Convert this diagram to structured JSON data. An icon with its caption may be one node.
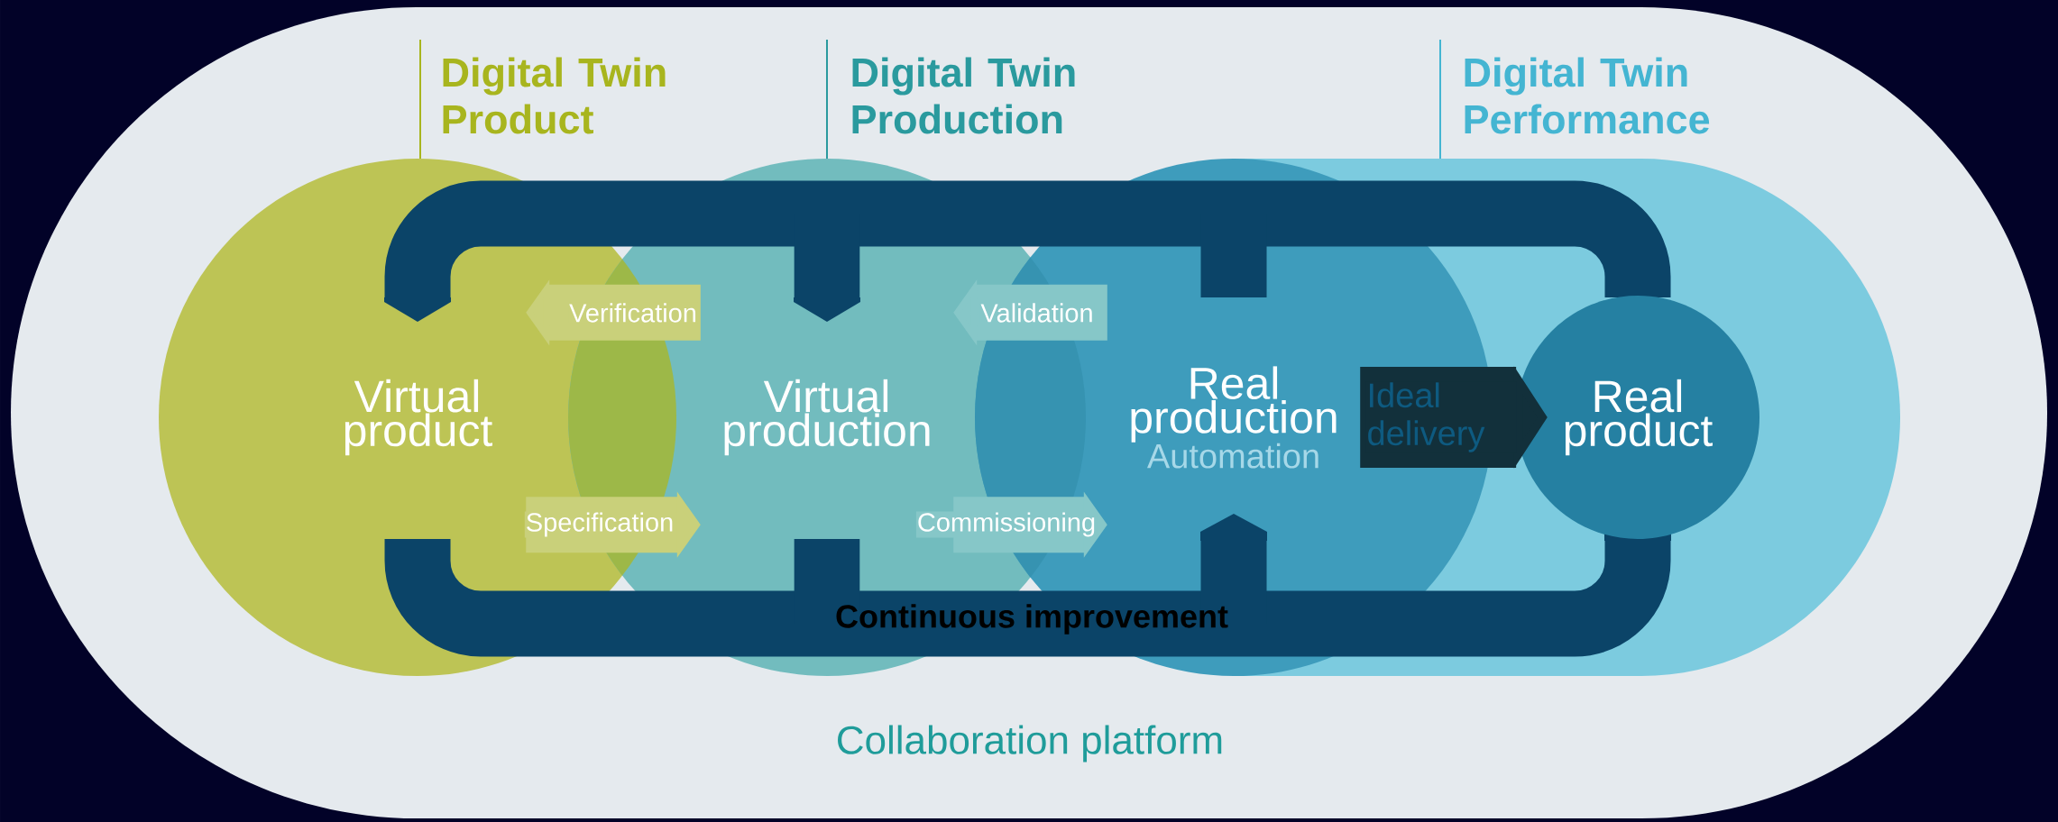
{
  "diagram": {
    "nodes": [
      {
        "text": [
          "Collaboration platform"
        ]
      },
      {
        "text": [
          "Digital Twin Product",
          "Virtual product"
        ],
        "in": 0
      },
      {
        "text": [
          "Digital Twin Production",
          "Virtual production"
        ],
        "in": 0
      },
      {
        "text": [
          "Real production",
          "Automation"
        ],
        "in": 0
      },
      {
        "text": [
          "Digital Twin Performance"
        ],
        "in": 0
      },
      {
        "text": [
          "Real product"
        ],
        "in": 4
      }
    ],
    "edges": [
      {
        "from": 2,
        "to": 1,
        "arrow": "to",
        "label": "Verification",
        "color": "#c9d07a"
      },
      {
        "from": 1,
        "to": 2,
        "arrow": "to",
        "label": "Specification",
        "color": "#c9d07a"
      },
      {
        "from": 3,
        "to": 2,
        "arrow": "to",
        "label": "Validation"
      },
      {
        "from": 2,
        "to": 3,
        "arrow": "to",
        "label": "Commissioning"
      },
      {
        "from": 3,
        "to": 5,
        "arrow": "to",
        "label": "Ideal delivery",
        "color": "#12303b",
        "style": "thick"
      }
    ],
    "labels": [
      "Continuous improvement"
    ]
  }
}
